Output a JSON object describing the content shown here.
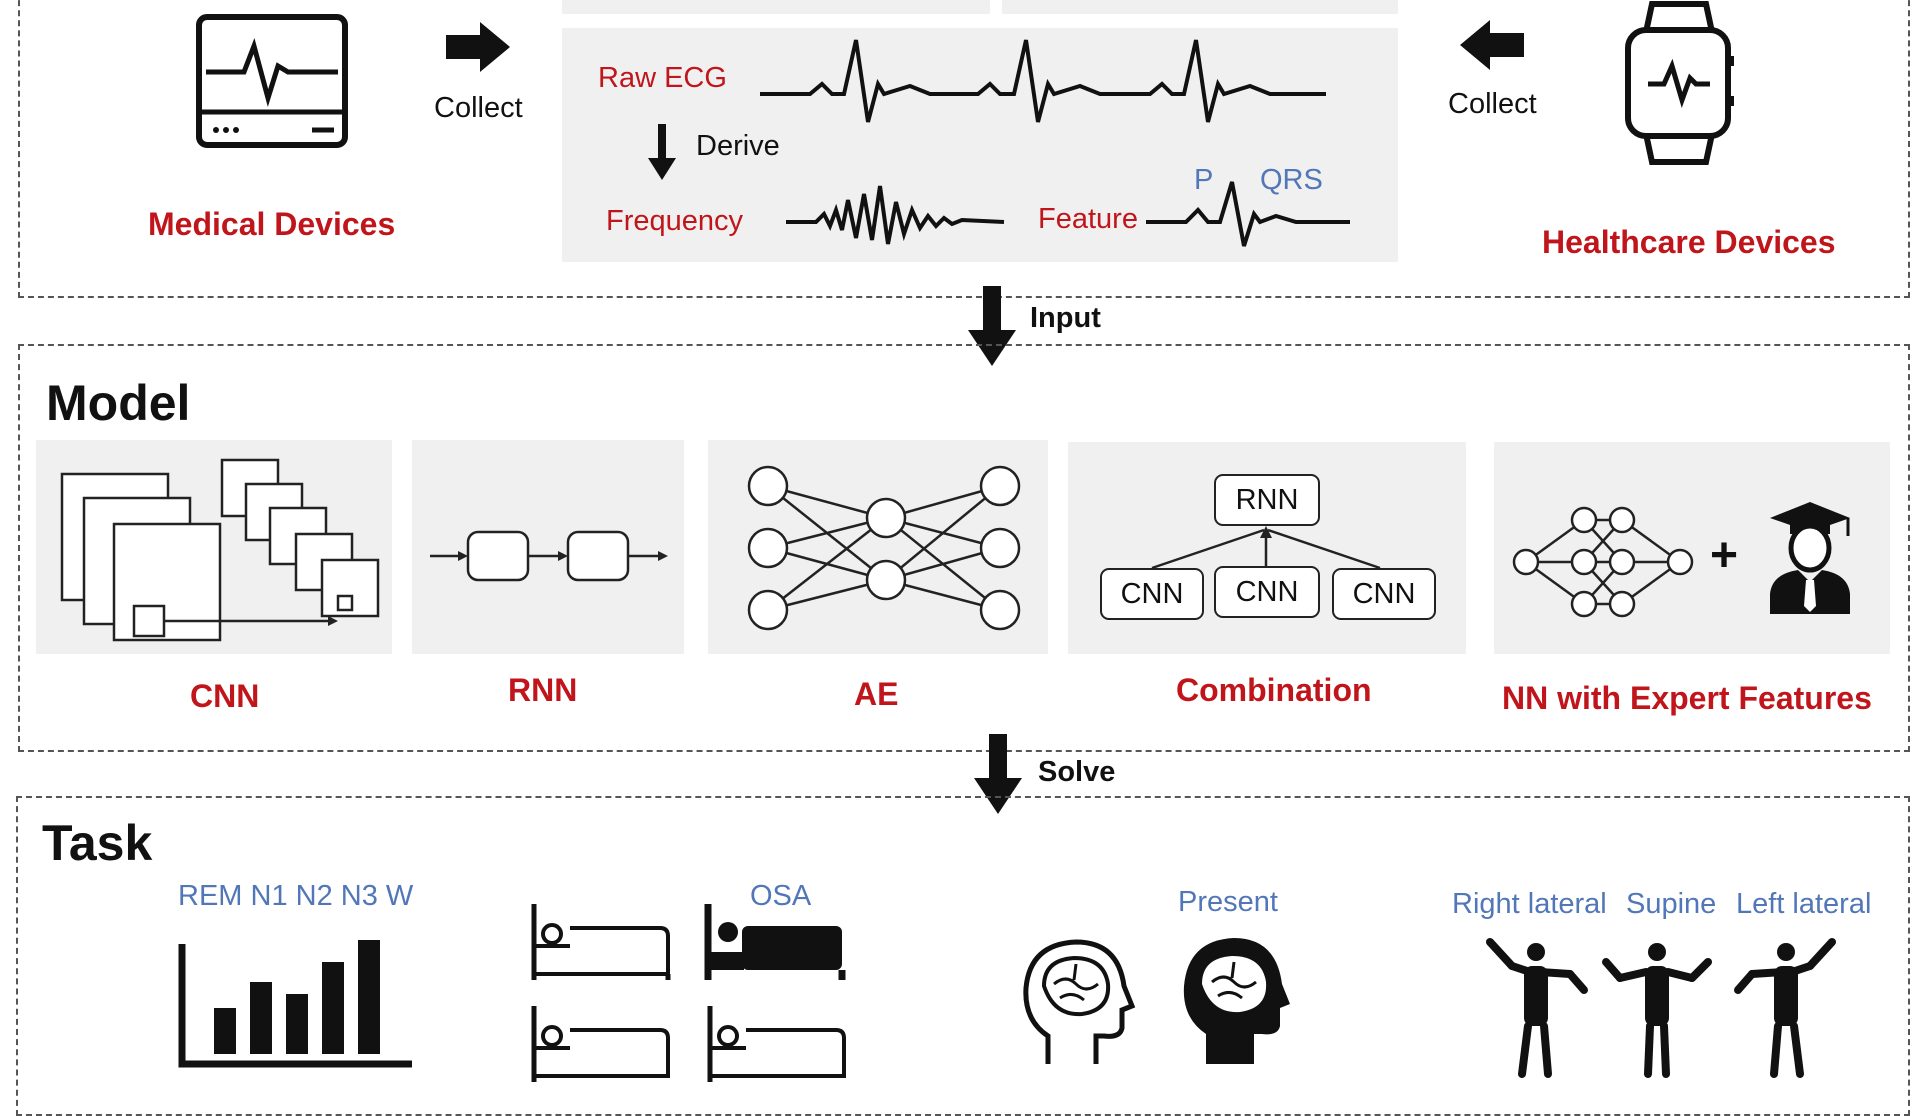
{
  "data_section": {
    "collect_left": "Collect",
    "collect_right": "Collect",
    "medical_devices": "Medical Devices",
    "healthcare_devices": "Healthcare Devices",
    "raw_ecg": "Raw ECG",
    "derive": "Derive",
    "frequency": "Frequency",
    "feature": "Feature",
    "p_wave": "P",
    "qrs": "QRS"
  },
  "arrows": {
    "input": "Input",
    "solve": "Solve"
  },
  "model_section": {
    "title": "Model",
    "models": [
      {
        "label": "CNN"
      },
      {
        "label": "RNN"
      },
      {
        "label": "AE"
      },
      {
        "label": "Combination"
      },
      {
        "label": "NN with Expert Features"
      }
    ],
    "combination_top": "RNN",
    "combination_bottom": [
      "CNN",
      "CNN",
      "CNN"
    ],
    "plus": "+"
  },
  "task_section": {
    "title": "Task",
    "sleep_stages": "REM N1 N2 N3 W",
    "osa": "OSA",
    "present": "Present",
    "positions": [
      "Right lateral",
      "Supine",
      "Left lateral"
    ]
  },
  "colors": {
    "accent_red": "#c0151b",
    "accent_blue": "#5277b8",
    "panel_gray": "#f0f0f0"
  }
}
